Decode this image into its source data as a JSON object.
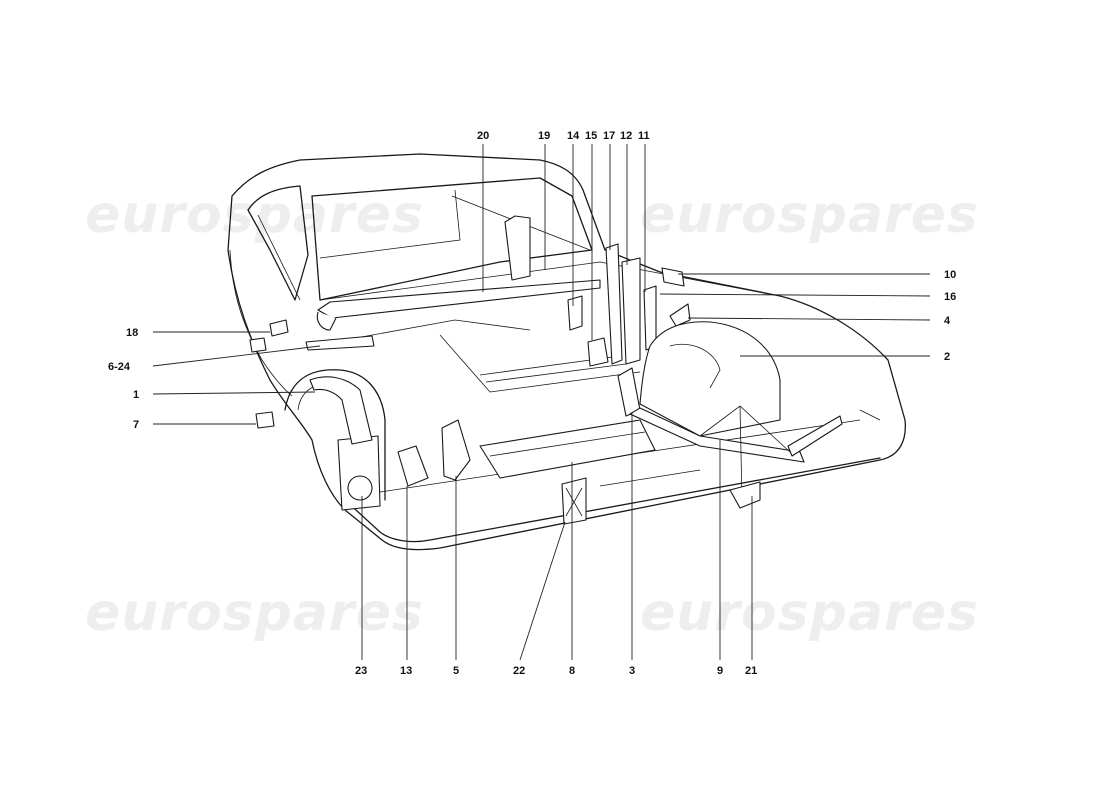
{
  "watermark": {
    "text": "eurospares"
  },
  "callouts": [
    {
      "key": "c20",
      "label": "20"
    },
    {
      "key": "c19",
      "label": "19"
    },
    {
      "key": "c14",
      "label": "14"
    },
    {
      "key": "c15",
      "label": "15"
    },
    {
      "key": "c17",
      "label": "17"
    },
    {
      "key": "c12",
      "label": "12"
    },
    {
      "key": "c11",
      "label": "11"
    },
    {
      "key": "c10",
      "label": "10"
    },
    {
      "key": "c16",
      "label": "16"
    },
    {
      "key": "c4",
      "label": "4"
    },
    {
      "key": "c2",
      "label": "2"
    },
    {
      "key": "c18",
      "label": "18"
    },
    {
      "key": "c6_24",
      "label": "6-24"
    },
    {
      "key": "c1",
      "label": "1"
    },
    {
      "key": "c7",
      "label": "7"
    },
    {
      "key": "c23",
      "label": "23"
    },
    {
      "key": "c13",
      "label": "13"
    },
    {
      "key": "c5",
      "label": "5"
    },
    {
      "key": "c22",
      "label": "22"
    },
    {
      "key": "c8",
      "label": "8"
    },
    {
      "key": "c3",
      "label": "3"
    },
    {
      "key": "c9",
      "label": "9"
    },
    {
      "key": "c21",
      "label": "21"
    }
  ]
}
